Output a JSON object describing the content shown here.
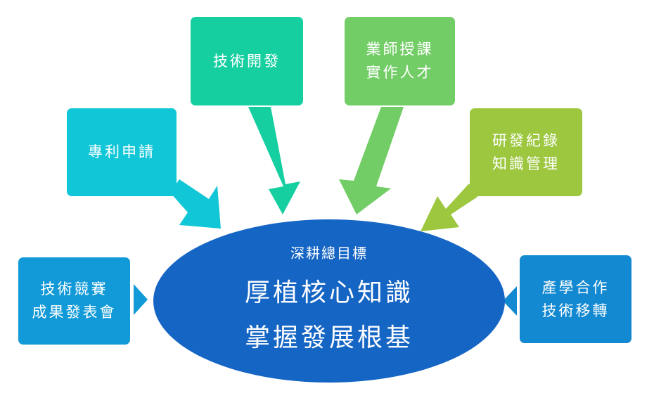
{
  "diagram": {
    "center": {
      "caption": "深耕總目標",
      "lines": [
        "厚植核心知識",
        "掌握發展根基"
      ],
      "color": "#1565c4"
    },
    "nodes": [
      {
        "id": "patent",
        "lines": [
          "專利申請"
        ],
        "color": "#11c6d6"
      },
      {
        "id": "techdev",
        "lines": [
          "技術開發"
        ],
        "color": "#16cfa0"
      },
      {
        "id": "mentor",
        "lines": [
          "業師授課",
          "實作人才"
        ],
        "color": "#72cd66"
      },
      {
        "id": "rnd",
        "lines": [
          "研發紀錄",
          "知識管理"
        ],
        "color": "#9cc73f"
      },
      {
        "id": "contest",
        "lines": [
          "技術競賽",
          "成果發表會"
        ],
        "color": "#119ad7"
      },
      {
        "id": "industry",
        "lines": [
          "產學合作",
          "技術移轉"
        ],
        "color": "#1389d2"
      }
    ],
    "arrows": [
      {
        "from": "patent",
        "to": "center",
        "color": "#11c6d6"
      },
      {
        "from": "techdev",
        "to": "center",
        "color": "#16cfa0"
      },
      {
        "from": "mentor",
        "to": "center",
        "color": "#72cd66"
      },
      {
        "from": "rnd",
        "to": "center",
        "color": "#9cc73f"
      },
      {
        "from": "contest",
        "to": "center",
        "color": "#119ad7"
      },
      {
        "from": "industry",
        "to": "center",
        "color": "#1389d2"
      }
    ]
  }
}
